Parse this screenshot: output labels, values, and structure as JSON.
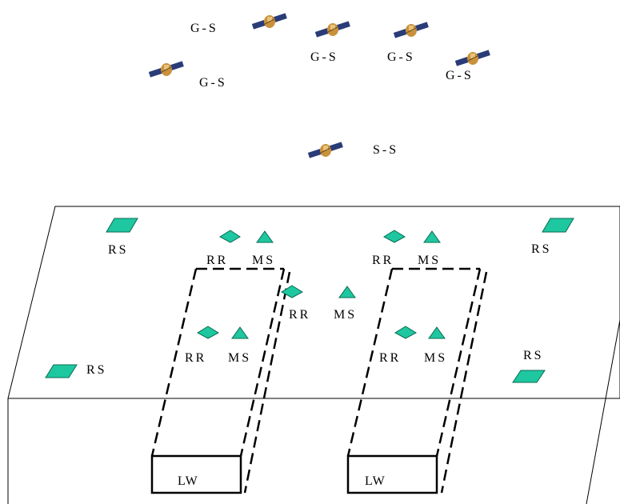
{
  "satellites": {
    "gs_label": "G-S",
    "ss_label": "S-S"
  },
  "ground": {
    "rs_label": "RS",
    "rr_label": "RR",
    "ms_label": "MS",
    "lw_label": "LW"
  },
  "colors": {
    "marker_fill": "#1ec7a0",
    "marker_stroke": "#0a6b52",
    "line": "#000000"
  }
}
